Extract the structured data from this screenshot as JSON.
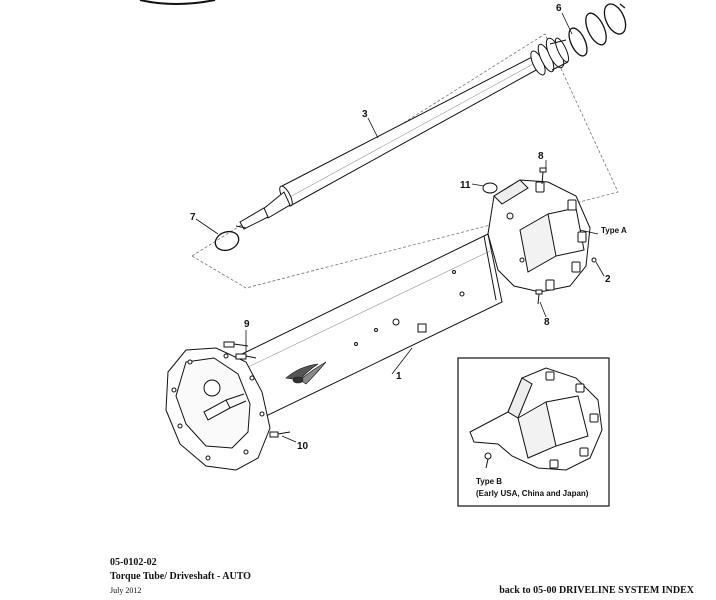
{
  "callouts": {
    "c1": "1",
    "c2": "2",
    "c3": "3",
    "c6": "6",
    "c7": "7",
    "c8a": "8",
    "c8b": "8",
    "c9": "9",
    "c10": "10",
    "c11": "11"
  },
  "labels": {
    "type_a": "Type A",
    "type_b": "Type B",
    "type_b_note": "(Early USA, China and Japan)"
  },
  "footer": {
    "code": "05-0102-02",
    "title": "Torque Tube/ Driveshaft - AUTO",
    "date": "July 2012",
    "back_link": "back to 05-00 DRIVELINE SYSTEM INDEX"
  }
}
